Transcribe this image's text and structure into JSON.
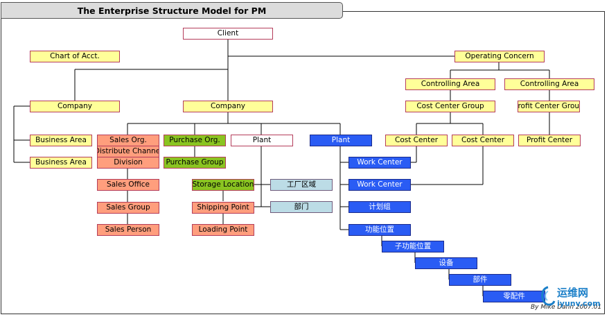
{
  "title": "The Enterprise Structure Model for PM",
  "credit": "By Mike Dann 2007.01",
  "watermark": {
    "name": "运维网",
    "url": "iyunv.com"
  },
  "nodes": {
    "client": "Client",
    "chart_of_acct": "Chart of Acct.",
    "operating_concern": "Operating Concern",
    "controlling_area_1": "Controlling Area",
    "controlling_area_2": "Controlling Area",
    "company_1": "Company",
    "company_2": "Company",
    "cost_center_group": "Cost Center Group",
    "profit_center_group": "Profit Center Group",
    "business_area_1": "Business Area",
    "business_area_2": "Business Area",
    "sales_org": "Sales Org.",
    "distribute_channel": "Distribute Channel",
    "division": "Division",
    "purchase_org": "Purchase Org.",
    "purchase_group": "Purchase Group",
    "plant_white": "Plant",
    "plant_blue": "Plant",
    "cost_center_1": "Cost Center",
    "cost_center_2": "Cost Center",
    "profit_center": "Profit Center",
    "work_center_1": "Work Center",
    "work_center_2": "Work Center",
    "sales_office": "Sales Office",
    "sales_group": "Sales Group",
    "sales_person": "Sales Person",
    "storage_location": "Storage Location",
    "plant_area": "工厂区域",
    "shipping_point": "Shipping Point",
    "department": "部门",
    "loading_point": "Loading Point",
    "planner_group": "计划组",
    "functional_location": "功能位置",
    "sub_functional_location": "子功能位置",
    "equipment": "设备",
    "component": "部件",
    "spare_part": "零配件"
  }
}
